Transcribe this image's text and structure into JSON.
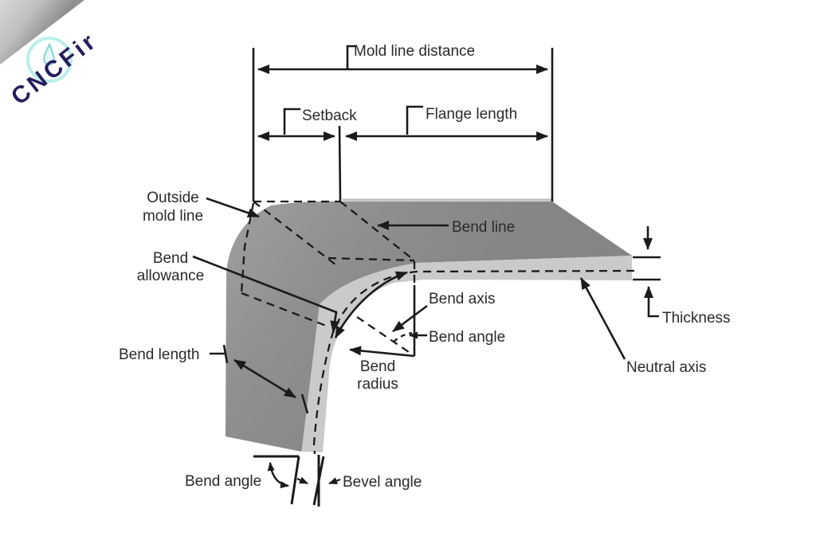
{
  "logo": {
    "text": "CNCFir",
    "navy": "#241e5e",
    "icon_cyan": "#b9efe9",
    "droplet_teal": "#7fd8d0"
  },
  "colors": {
    "metal_dark": "#8d8d8d",
    "metal_dark_light": "#9b9b9b",
    "metal_edge_light": "#cacaca",
    "line": "#1b1b1b",
    "text": "#2a2a2a",
    "fold_light": "#d8d8d8",
    "fold_dark": "#8f8f8f"
  },
  "diagram": {
    "labels": {
      "mold_line_distance": "Mold line distance",
      "setback": "Setback",
      "flange_length": "Flange length",
      "outside_mold_line": [
        "Outside",
        "mold line"
      ],
      "bend_line": "Bend line",
      "bend_allowance": [
        "Bend",
        "allowance"
      ],
      "bend_axis": "Bend axis",
      "bend_angle": "Bend angle",
      "bend_radius": [
        "Bend",
        "radius"
      ],
      "bend_length": "Bend length",
      "thickness": "Thickness",
      "neutral_axis": "Neutral axis",
      "bevel_angle": "Bevel angle"
    }
  }
}
